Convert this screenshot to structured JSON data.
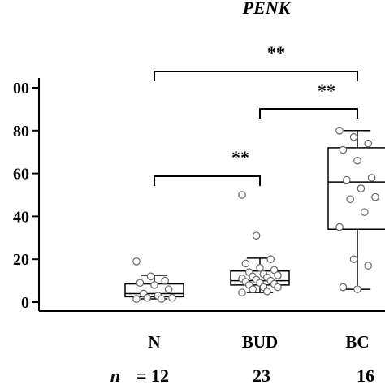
{
  "chart_data": {
    "type": "box",
    "title": "PENK",
    "ylim": [
      0,
      100
    ],
    "yticks": [
      "00",
      "80",
      "60",
      "40",
      "20",
      "0"
    ],
    "categories": [
      "N",
      "BUD",
      "BC"
    ],
    "n_prefix": "n",
    "n_values": [
      "= 12",
      "23",
      "16"
    ],
    "boxes": [
      {
        "name": "N",
        "whisker_low": 1.5,
        "q1": 2.5,
        "median": 4,
        "q3": 8.5,
        "whisker_high": 12.5,
        "points": [
          19,
          12,
          10,
          9,
          8,
          6,
          4,
          3,
          2,
          2,
          1.5,
          1.5
        ]
      },
      {
        "name": "BUD",
        "whisker_low": 4.5,
        "q1": 8,
        "median": 10,
        "q3": 14.5,
        "whisker_high": 20.5,
        "points": [
          50,
          31,
          20,
          18,
          16,
          15,
          14,
          13,
          12.5,
          12,
          11.5,
          11,
          10.5,
          10,
          9.5,
          9,
          8.5,
          8,
          7,
          7,
          6,
          5,
          4.5
        ]
      },
      {
        "name": "BC",
        "whisker_low": 6,
        "q1": 34,
        "median": 56,
        "q3": 72,
        "whisker_high": 80,
        "points": [
          80,
          77,
          74,
          71,
          66,
          58,
          57,
          53,
          49,
          48,
          42,
          35,
          20,
          17,
          7,
          6
        ]
      }
    ],
    "significance": [
      {
        "from": "N",
        "to": "BUD",
        "label": "**"
      },
      {
        "from": "BUD",
        "to": "BC",
        "label": "**"
      },
      {
        "from": "N",
        "to": "BC",
        "label": "**"
      }
    ]
  }
}
